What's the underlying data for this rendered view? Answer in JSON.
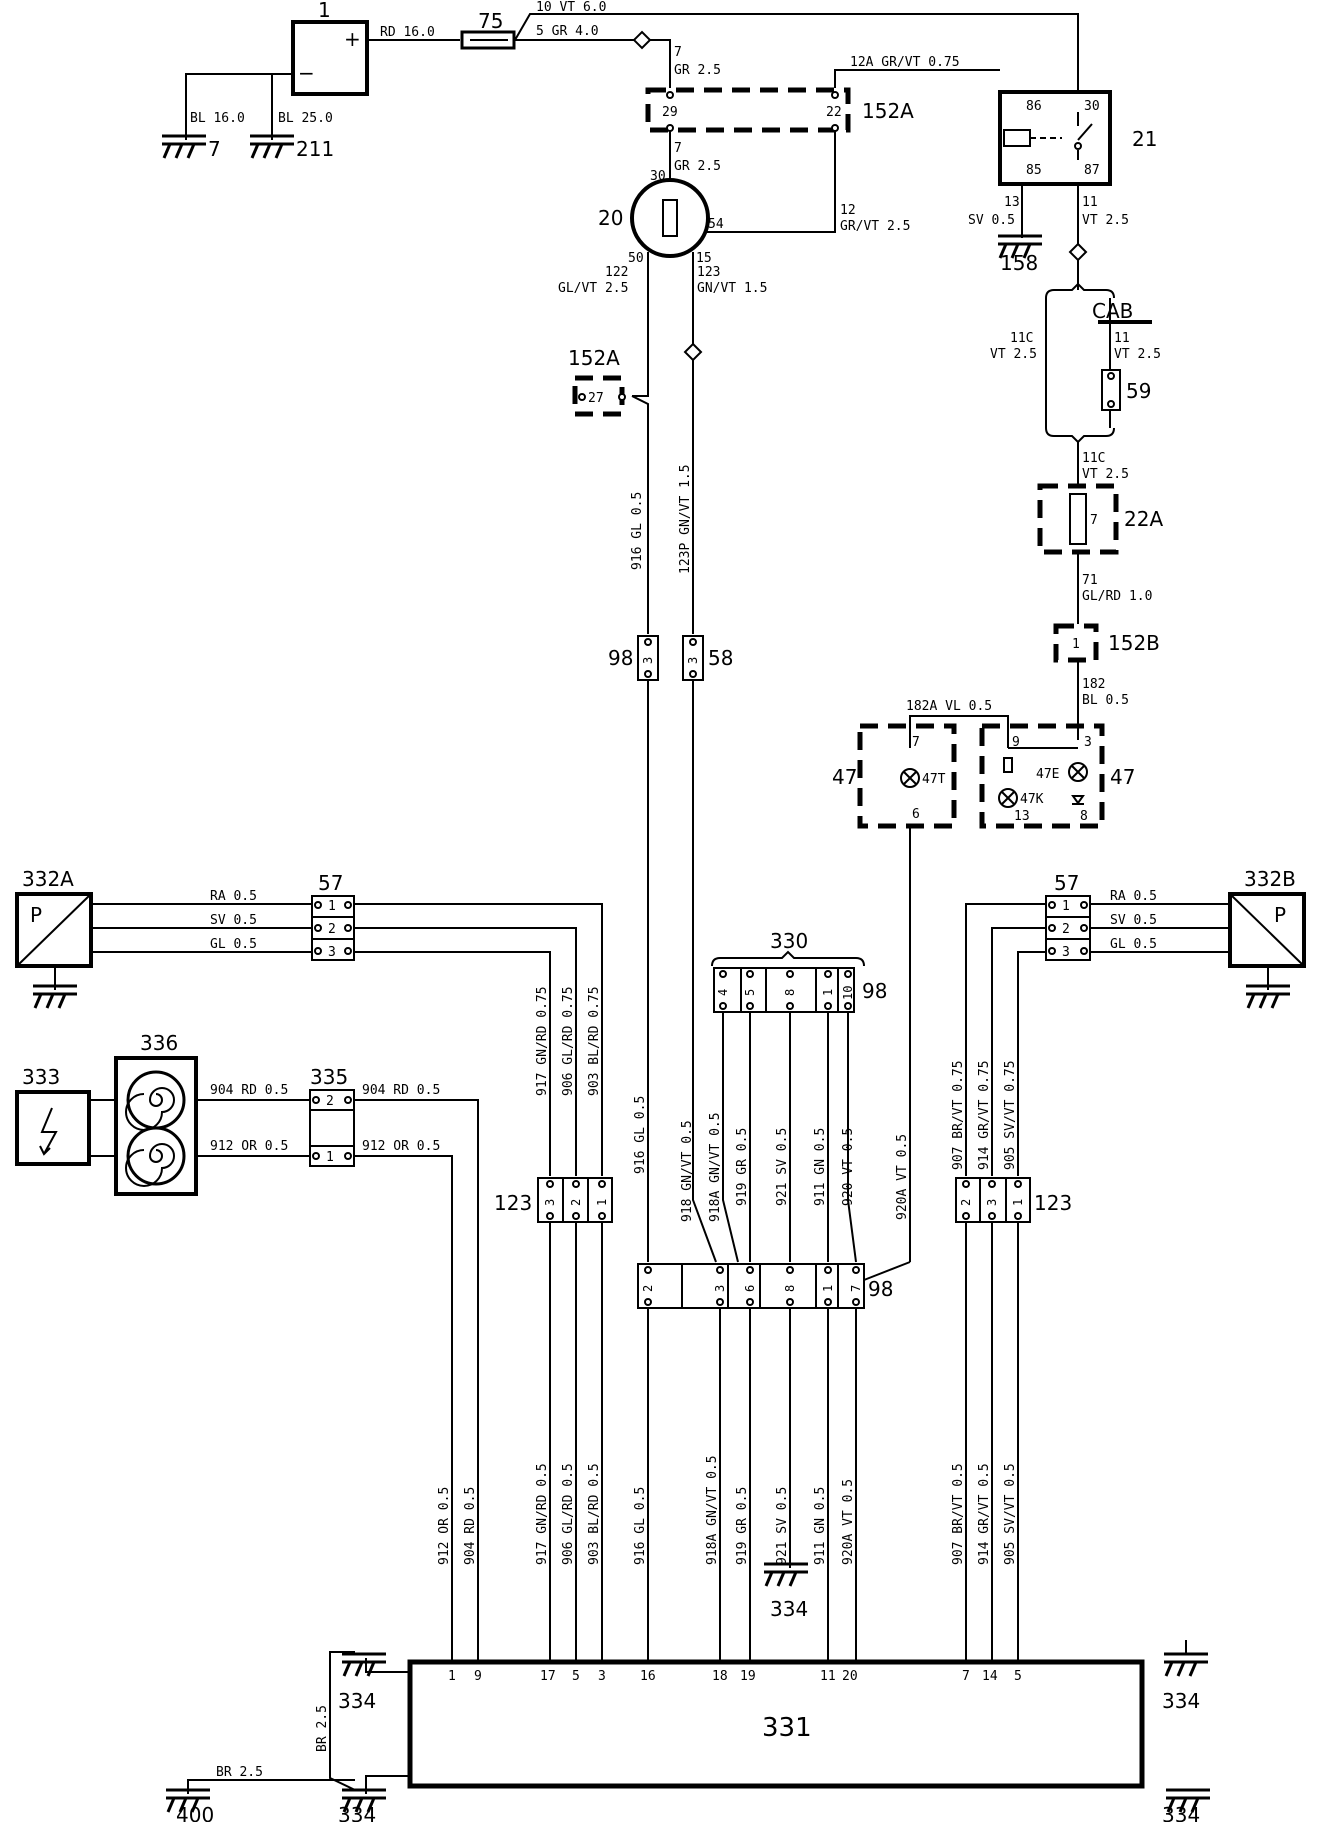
{
  "components": {
    "battery": "1",
    "fuse_main": "75",
    "relay": "21",
    "ignition_switch": "20",
    "cab": "CAB",
    "fuse_59": "59",
    "fuse_22a": "22A",
    "lamp_47": "47",
    "lamp_47t": "47T",
    "lamp_47e": "47E",
    "lamp_47k": "47K",
    "sensor_a": "332A",
    "sensor_b": "332B",
    "sensor_glyph": "P",
    "module_336": "336",
    "device_333": "333",
    "conn_335": "335",
    "conn_330": "330",
    "control_unit": "331",
    "conn_57": "57",
    "conn_98": "98",
    "conn_58": "58",
    "conn_123": "123",
    "conn_152a": "152A",
    "conn_152b": "152B"
  },
  "grounds": {
    "g7": "7",
    "g211": "211",
    "g158": "158",
    "g334": "334",
    "g400": "400"
  },
  "battery_signs": {
    "plus": "+",
    "minus": "−"
  },
  "wires": {
    "rd160": "RD 16.0",
    "vt60": "10 VT 6.0",
    "gr40": "5 GR 4.0",
    "bl16": "BL 16.0",
    "bl25": "BL 25.0",
    "w7": "7",
    "gr25": "GR 2.5",
    "w7b": "7",
    "gr25b": "GR 2.5",
    "w12a": "12A GR/VT 0.75",
    "w12": "12",
    "grvt25": "GR/VT 2.5",
    "w13": "13",
    "sv05": "SV 0.5",
    "w11": "11",
    "vt25": "VT 2.5",
    "w11c": "11C",
    "vt25b": "VT 2.5",
    "w11b": "11",
    "vt25c": "VT 2.5",
    "w11c2": "11C",
    "vt25d": "VT 2.5",
    "w71": "71",
    "glrd10": "GL/RD 1.0",
    "w182": "182",
    "bl05": "BL 0.5",
    "w182a": "182A VL 0.5",
    "w122": "122",
    "glvt25": "GL/VT 2.5",
    "w123": "123",
    "gnvt15": "GN/VT 1.5",
    "v916": "916 GL 0.5",
    "v123p": "123P GN/VT 1.5",
    "ra05": "RA 0.5",
    "sv05a": "SV 0.5",
    "gl05a": "GL 0.5",
    "ra05b": "RA 0.5",
    "sv05b": "SV 0.5",
    "gl05b": "GL 0.5",
    "w904": "904 RD 0.5",
    "w912": "912 OR 0.5",
    "w904b": "904 RD 0.5",
    "w912b": "912 OR 0.5",
    "u917": "917 GN/RD 0.75",
    "u906": "906 GL/RD 0.75",
    "u903": "903 BL/RD 0.75",
    "u916": "916 GL 0.5",
    "u918b": "918 GN/VT 0.5",
    "u918a": "918A GN/VT 0.5",
    "u919": "919 GR 0.5",
    "u921": "921 SV 0.5",
    "u911": "911 GN 0.5",
    "u920": "920 VT 0.5",
    "u920a": "920A VT 0.5",
    "u907": "907 BR/VT 0.75",
    "u914": "914 GR/VT 0.75",
    "u905": "905 SV/VT 0.75",
    "l912": "912 OR 0.5",
    "l904": "904 RD 0.5",
    "l917": "917 GN/RD 0.5",
    "l906": "906 GL/RD 0.5",
    "l903": "903 BL/RD 0.5",
    "l916": "916 GL 0.5",
    "l918a": "918A GN/VT 0.5",
    "l919": "919 GR 0.5",
    "l921": "921 SV 0.5",
    "l911": "911 GN 0.5",
    "l920a": "920A VT 0.5",
    "l907": "907 BR/VT 0.5",
    "l914": "914 GR/VT 0.5",
    "l905": "905 SV/VT 0.5",
    "br25v": "BR 2.5",
    "br25h": "BR 2.5"
  },
  "pins": {
    "c152a_29": "29",
    "c152a_22": "22",
    "c152a_27": "27",
    "c152b_1": "1",
    "sw_30": "30",
    "sw_54": "54",
    "sw_50": "50",
    "sw_15": "15",
    "r86": "86",
    "r30": "30",
    "r85": "85",
    "r87": "87",
    "f22a_7": "7",
    "l7": "7",
    "l6": "6",
    "l9": "9",
    "l3": "3",
    "l13": "13",
    "l8": "8",
    "c98_3a": "3",
    "c58_3": "3",
    "c57a_1": "1",
    "c57a_2": "2",
    "c57a_3": "3",
    "c57b_1": "1",
    "c57b_2": "2",
    "c57b_3": "3",
    "c335_2": "2",
    "c335_1": "1",
    "c330_4": "4",
    "c330_5": "5",
    "c330_8": "8",
    "c330_1": "1",
    "c330_10": "10",
    "c123a_3": "3",
    "c123a_2": "2",
    "c123a_1": "1",
    "c123b_2": "2",
    "c123b_3": "3",
    "c123b_1": "1",
    "c98b_2": "2",
    "c98b_3": "3",
    "c98b_6": "6",
    "c98b_8": "8",
    "c98b_1": "1",
    "c98b_7": "7",
    "u1": "1",
    "u9": "9",
    "u17": "17",
    "u5": "5",
    "u3": "3",
    "u16": "16",
    "u18": "18",
    "u19": "19",
    "u11": "11",
    "u20": "20",
    "u7": "7",
    "u14": "14",
    "u5b": "5"
  }
}
